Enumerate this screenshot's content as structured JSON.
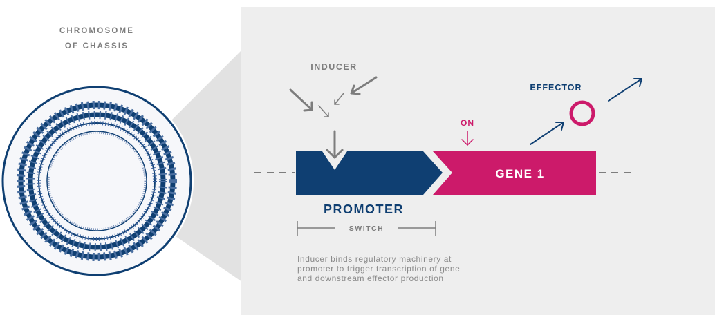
{
  "chromosome": {
    "label_line1": "CHROMOSOME",
    "label_line2": "OF CHASSIS"
  },
  "inducer": {
    "label": "INDUCER"
  },
  "effector": {
    "label": "EFFECTOR"
  },
  "on_signal": {
    "label": "ON"
  },
  "promoter": {
    "label": "PROMOTER"
  },
  "switch": {
    "label": "SWITCH"
  },
  "gene": {
    "label": "GENE 1"
  },
  "caption": {
    "line1": "Inducer binds regulatory machinery at",
    "line2": "promoter to trigger transcription of gene",
    "line3": "and downstream effector production"
  },
  "colors": {
    "navy": "#0f3f72",
    "magenta": "#cc1a6a",
    "gray_text": "#7d7d7d",
    "panel_bg": "#eeeeee",
    "zoom_wedge": "#e2e2e2"
  }
}
